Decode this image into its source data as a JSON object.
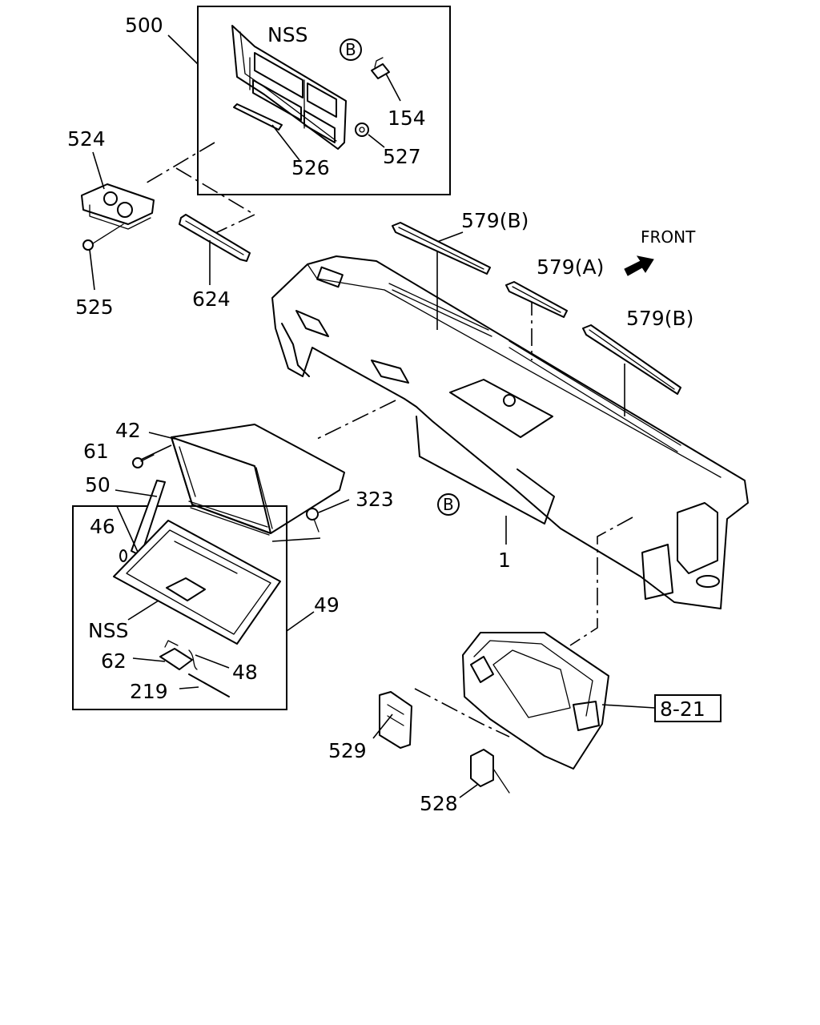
{
  "labels": {
    "p500": "500",
    "nss_top": "NSS",
    "b_top": "B",
    "p154": "154",
    "p527": "527",
    "p526": "526",
    "p524": "524",
    "p525": "525",
    "p624": "624",
    "p579b_1": "579(B)",
    "p579a": "579(A)",
    "p579b_2": "579(B)",
    "front": "FRONT",
    "p42": "42",
    "p61": "61",
    "p50": "50",
    "p323": "323",
    "p46": "46",
    "b_mid": "B",
    "p1": "1",
    "p49": "49",
    "nss_bottom": "NSS",
    "p62": "62",
    "p48": "48",
    "p219": "219",
    "ref_8_21": "8-21",
    "p529": "529",
    "p528": "528"
  }
}
